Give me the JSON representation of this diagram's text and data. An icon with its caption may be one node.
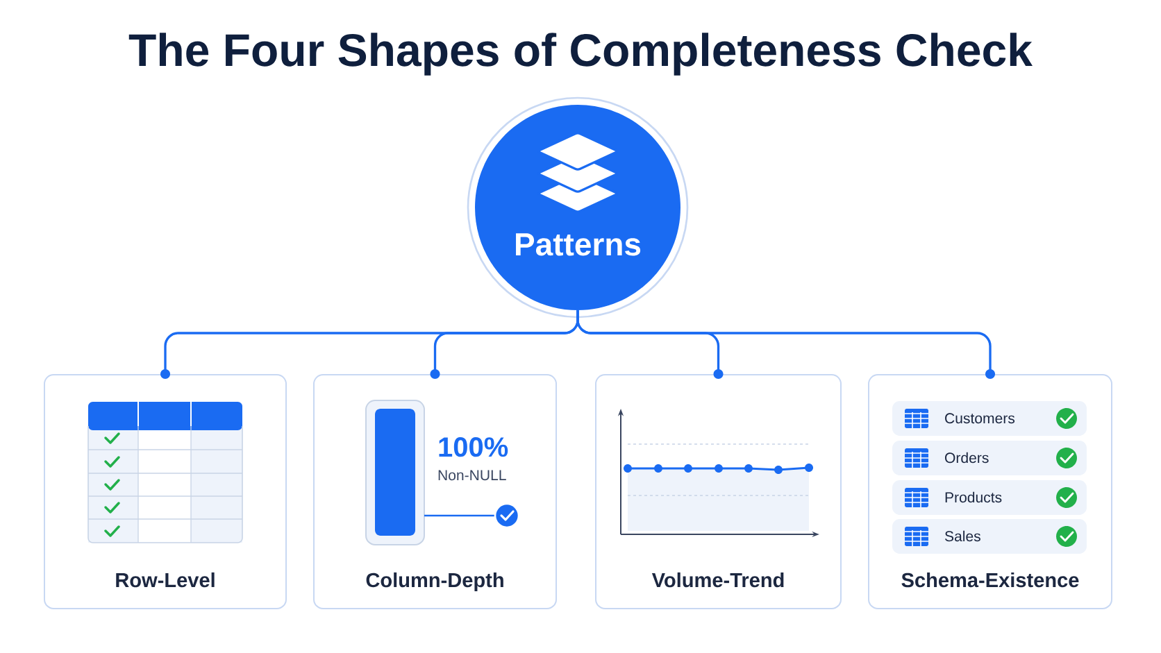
{
  "diagram": {
    "title": "The Four Shapes of Completeness Check",
    "nodes": [
      {
        "text": [
          "Patterns"
        ]
      },
      {
        "text": [
          "Row-Level"
        ]
      },
      {
        "text": [
          "100%",
          "Non-NULL",
          "Column-Depth"
        ]
      },
      {
        "text": [
          "Volume-Trend"
        ]
      },
      {
        "text": [
          "Schema-Existence"
        ]
      },
      {
        "text": [
          "Customers"
        ],
        "in": 4
      },
      {
        "text": [
          "Orders"
        ],
        "in": 4
      },
      {
        "text": [
          "Products"
        ],
        "in": 4
      },
      {
        "text": [
          "Sales"
        ],
        "in": 4
      }
    ],
    "edges": [
      {
        "from": 0,
        "to": 1,
        "arrow": "other"
      },
      {
        "from": 0,
        "to": 2,
        "arrow": "other"
      },
      {
        "from": 0,
        "to": 3,
        "arrow": "other"
      },
      {
        "from": 0,
        "to": 4,
        "arrow": "other"
      }
    ]
  }
}
